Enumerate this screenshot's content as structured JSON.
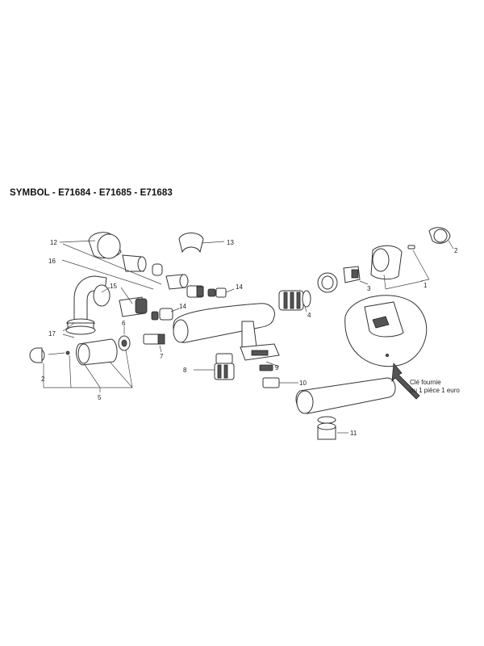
{
  "title": "SYMBOL - E71684 - E71685 - E71683",
  "parts": [
    "1",
    "2",
    "2",
    "3",
    "4",
    "5",
    "6",
    "7",
    "8",
    "9",
    "10",
    "11",
    "12",
    "13",
    "14",
    "14",
    "15",
    "16",
    "17"
  ],
  "note": {
    "line1": "Clé fournie",
    "line2": "ou 1 pièce 1 euro"
  }
}
